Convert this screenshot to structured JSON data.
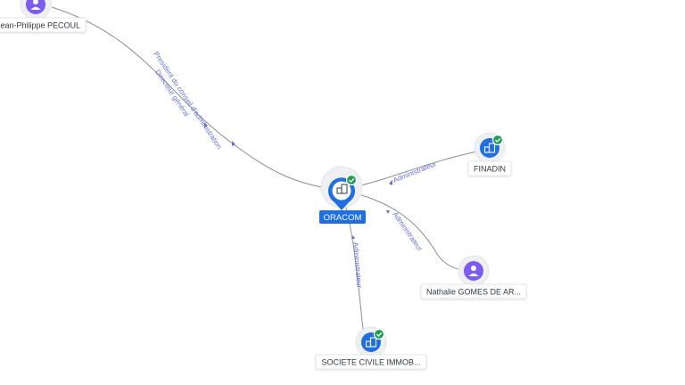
{
  "nodes": [
    {
      "id": "jpp",
      "type": "person",
      "label": "Jean-Philippe PECOUL",
      "verified": false,
      "icon": "person-icon"
    },
    {
      "id": "oracom",
      "type": "company-main",
      "label": "ORACOM",
      "verified": true,
      "icon": "company-icon"
    },
    {
      "id": "finadin",
      "type": "company",
      "label": "FINADIN",
      "verified": true,
      "icon": "company-icon"
    },
    {
      "id": "ngomes",
      "type": "person",
      "label": "Nathalie GOMES DE AR...",
      "verified": false,
      "icon": "person-icon"
    },
    {
      "id": "sci",
      "type": "company",
      "label": "SOCIETE CIVILE IMMOB...",
      "verified": true,
      "icon": "company-icon"
    }
  ],
  "edges": [
    {
      "from": "jpp",
      "to": "oracom",
      "lines": [
        "President du conseil d'administration",
        "Directeur général"
      ]
    },
    {
      "from": "finadin",
      "to": "oracom",
      "lines": [
        "Administrateur"
      ]
    },
    {
      "from": "ngomes",
      "to": "oracom",
      "lines": [
        "Administrateur"
      ]
    },
    {
      "from": "sci",
      "to": "oracom",
      "lines": [
        "Administrateur"
      ]
    }
  ],
  "colors": {
    "person": "#7c5cf0",
    "company": "#1f6fe0",
    "verified": "#1e9e55",
    "edge_label": "#6670d6"
  }
}
